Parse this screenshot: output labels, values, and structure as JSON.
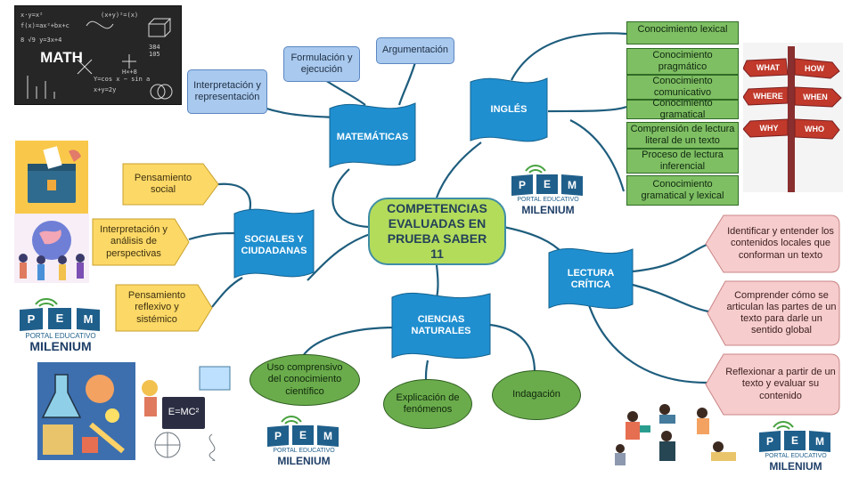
{
  "center": {
    "label": "COMPETENCIAS EVALUADAS EN PRUEBA SABER 11"
  },
  "topics": {
    "matematicas": {
      "label": "MATEMÁTICAS"
    },
    "ingles": {
      "label": "INGLÉS"
    },
    "sociales": {
      "label": "SOCIALES Y CIUDADANAS"
    },
    "lectura": {
      "label": "LECTURA CRÍTICA"
    },
    "ciencias": {
      "label": "CIENCIAS NATURALES"
    }
  },
  "matematicas_items": [
    "Interpretación y representación",
    "Formulación y ejecución",
    "Argumentación"
  ],
  "ingles_items": [
    "Conocimiento lexical",
    "Conocimiento pragmático",
    "Conocimiento comunicativo",
    "Conocimiento gramatical",
    "Comprensión de lectura literal de un texto",
    "Proceso de lectura inferencial",
    "Conocimiento gramatical y lexical"
  ],
  "sociales_items": [
    "Pensamiento social",
    "Interpretación y análisis de perspectivas",
    "Pensamiento reflexivo y sistémico"
  ],
  "lectura_items": [
    "Identificar y entender los contenidos locales que conforman un texto",
    "Comprender cómo se articulan las partes de un texto para darle un sentido global",
    "Reflexionar a partir de un texto y evaluar su contenido"
  ],
  "ciencias_items": [
    "Uso comprensivo del conocimiento científico",
    "Explicación de fenómenos",
    "Indagación"
  ],
  "logo": {
    "line1": "PORTAL EDUCATIVO",
    "line2": "MILENIUM",
    "letters": [
      "P",
      "E",
      "M"
    ]
  },
  "images": {
    "math": {
      "title": "MATH"
    },
    "signpost": {
      "signs": [
        "WHAT",
        "HOW",
        "WHERE",
        "WHEN",
        "WHY",
        "WHO"
      ]
    },
    "science": {
      "formula": "E=MC²"
    }
  },
  "colors": {
    "topic_blue": "#1f8fd0",
    "center_fill": "#b4dc5b",
    "leaf_blue": "#a9c9ee",
    "leaf_green": "#7fbf63",
    "pink": "#f6cccd",
    "yellow": "#fcd866",
    "line": "#1e5d7d"
  }
}
